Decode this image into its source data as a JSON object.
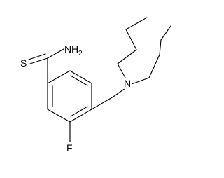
{
  "molecule": {
    "atoms": {
      "amino": {
        "element": "N",
        "hydrogens": "H",
        "subscript": "2"
      },
      "thione": {
        "element": "S"
      },
      "amine": {
        "element": "N"
      },
      "fluoro": {
        "element": "F"
      }
    },
    "colors": {
      "bond": "#000000",
      "label": "#000000",
      "background": "#ffffff"
    }
  }
}
